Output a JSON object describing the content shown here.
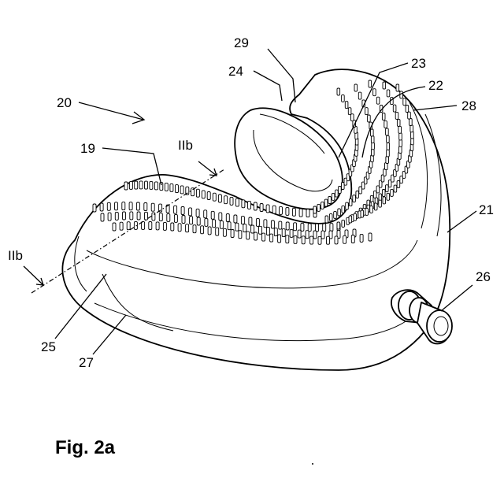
{
  "figure": {
    "caption": "Fig. 2a",
    "labels": {
      "l29": "29",
      "l24": "24",
      "l23": "23",
      "l22": "22",
      "l28": "28",
      "l20": "20",
      "l19": "19",
      "lIIb_top": "IIb",
      "lIIb_left": "IIb",
      "l21": "21",
      "l26": "26",
      "l25": "25",
      "l27": "27"
    }
  }
}
